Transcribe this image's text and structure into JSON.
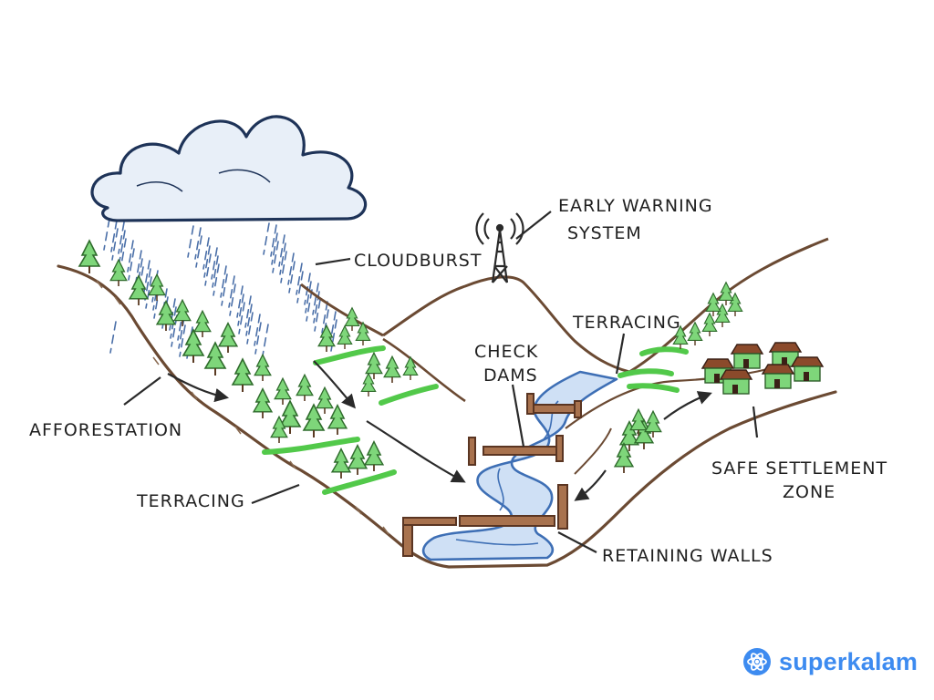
{
  "labels": {
    "cloudburst": "CLOUDBURST",
    "early_warning_line1": "EARLY WARNING",
    "early_warning_line2": "SYSTEM",
    "terracing_right": "TERRACING",
    "check_dams_line1": "CHECK",
    "check_dams_line2": "DAMS",
    "afforestation": "AFFORESTATION",
    "terracing_left": "TERRACING",
    "safe_settlement_line1": "SAFE SETTLEMENT",
    "safe_settlement_line2": "ZONE",
    "retaining_walls": "RETAINING WALLS"
  },
  "brand": {
    "name": "superkalam",
    "icon": "atom-icon"
  },
  "colors": {
    "outline": "#3a2a20",
    "earth": "#6b4a33",
    "water": "#3e6fb5",
    "water_light": "#cfe0f5",
    "tree_fill": "#7ed67a",
    "terrace": "#52c94a",
    "wood": "#8b5a3c",
    "house_roof": "#8b4a2b",
    "cloud": "#e8eff8",
    "cloud_outline": "#1e3358",
    "rain": "#4a6fa8",
    "brand": "#3d8bf0"
  }
}
